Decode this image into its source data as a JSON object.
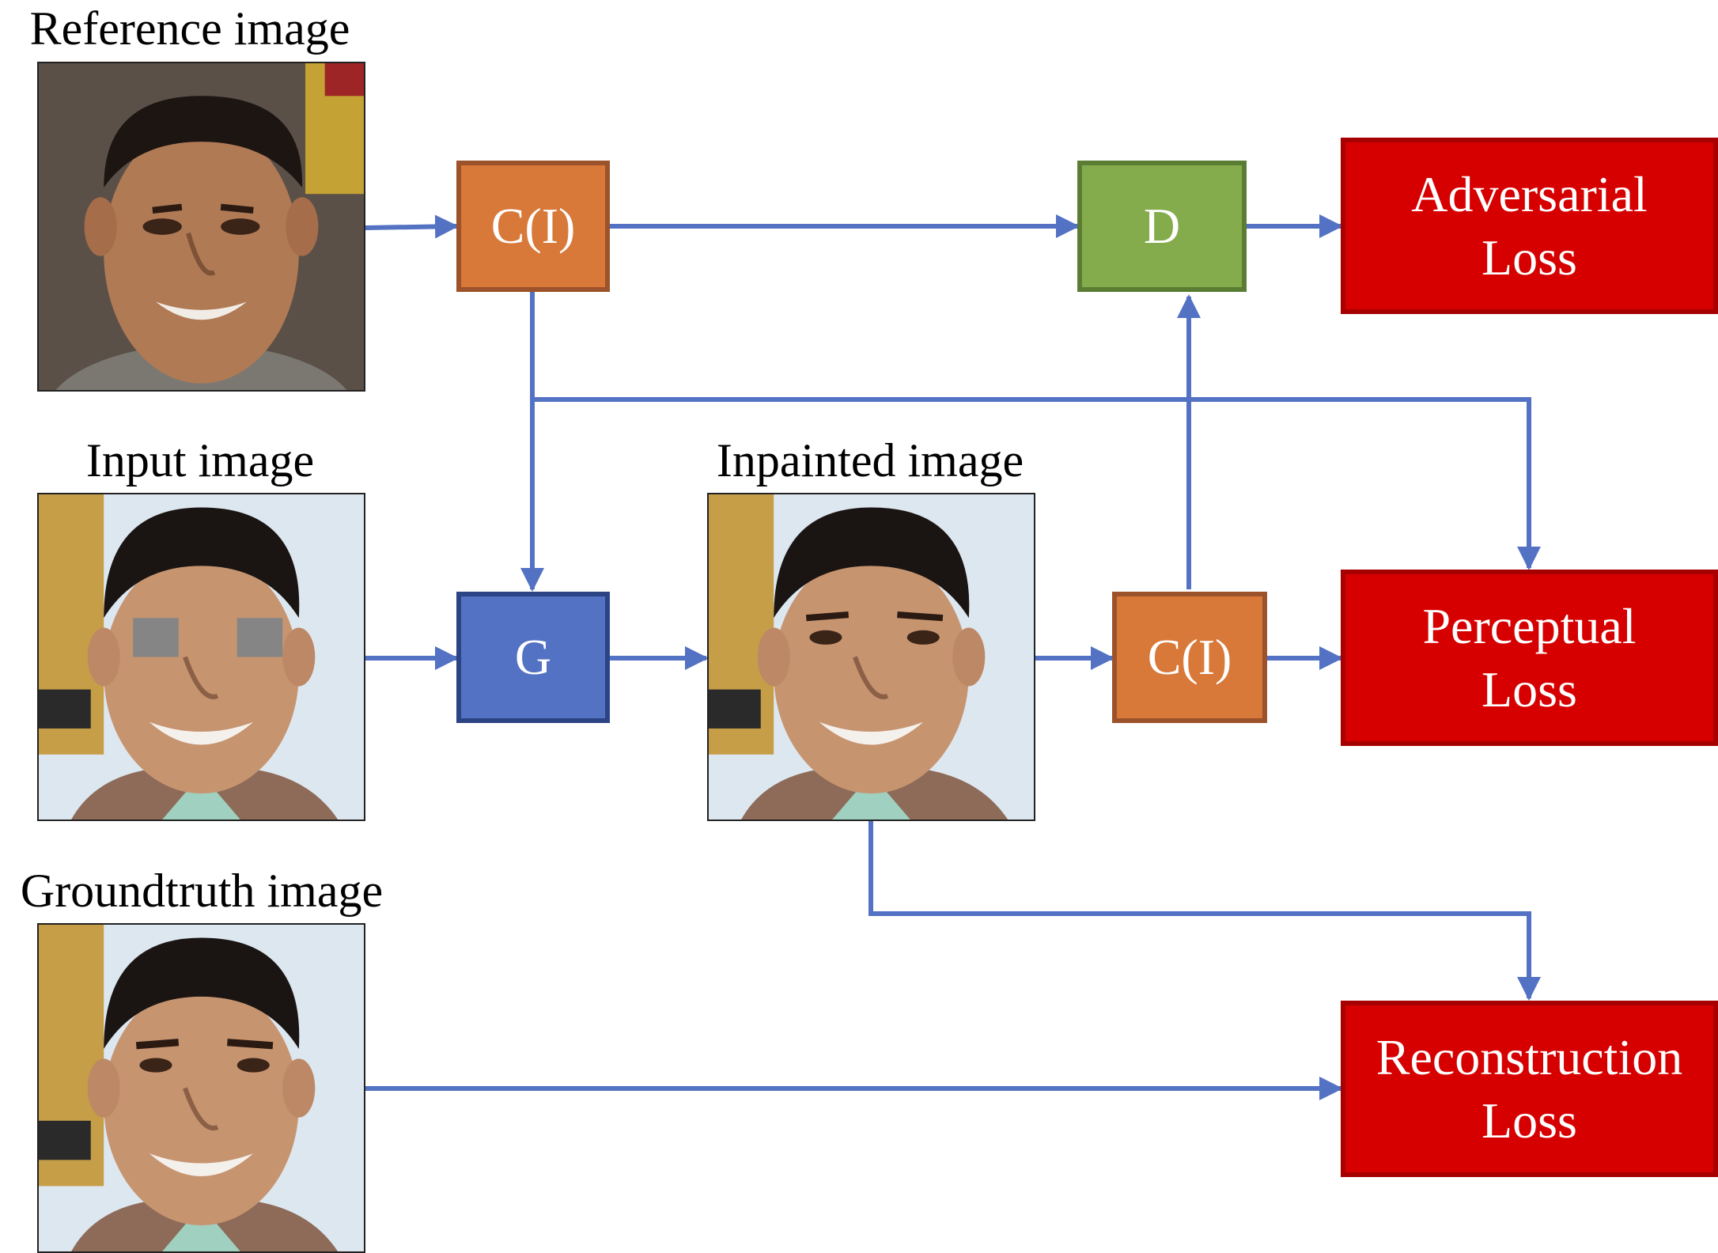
{
  "image_labels": {
    "reference": "Reference image",
    "input": "Input image",
    "inpainted": "Inpainted image",
    "groundtruth": "Groundtruth image"
  },
  "blocks": {
    "context_encoder_top": "C(I)",
    "discriminator": "D",
    "generator": "G",
    "context_encoder_bottom": "C(I)"
  },
  "losses": {
    "adversarial": {
      "line1": "Adversarial",
      "line2": "Loss"
    },
    "perceptual": {
      "line1": "Perceptual",
      "line2": "Loss"
    },
    "reconstruction": {
      "line1": "Reconstruction",
      "line2": "Loss"
    }
  },
  "colors": {
    "arrow": "#5472c4",
    "encoder": "#d8793a",
    "discriminator": "#84ac4d",
    "generator": "#5472c4",
    "loss": "#d60000",
    "mask": "#858585"
  }
}
